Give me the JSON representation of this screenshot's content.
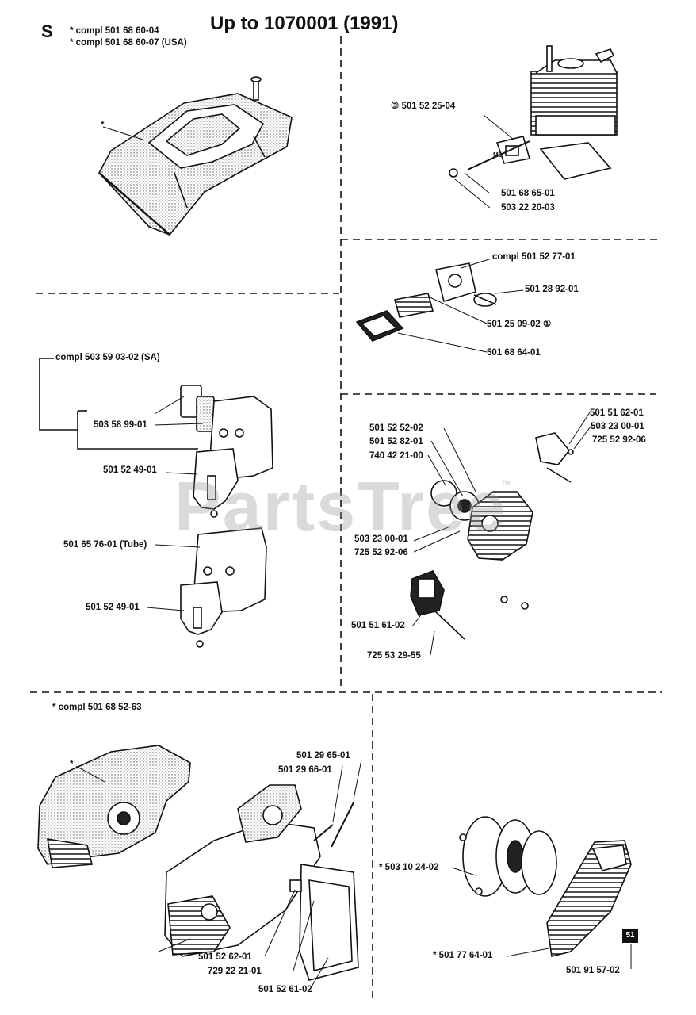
{
  "header": {
    "section_letter": "S",
    "title": "Up to 1070001 (1991)",
    "compl_1": "* compl 501 68 60-04",
    "compl_2": "* compl 501 68 60-07 (USA)"
  },
  "watermark": {
    "text": "PartsTree",
    "tm": "™"
  },
  "badge": {
    "text": "51"
  },
  "sections": {
    "cover": {
      "asterisk": "*"
    },
    "cylinder": {
      "parts": [
        "③ 501 52 25-04",
        "M6",
        "501 68 65-01",
        "503 22 20-03"
      ]
    },
    "carburetor": {
      "parts": [
        "compl 501 52 77-01",
        "501 28 92-01",
        "501 25 09-02 ①",
        "501 68 64-01"
      ]
    },
    "muffler": {
      "parts": [
        "compl 503 59 03-02 (SA)",
        "503 58 99-01",
        "501 52 49-01",
        "501 65 76-01 (Tube)",
        "501 52 49-01"
      ]
    },
    "ignition": {
      "parts": [
        "501 51 62-01",
        "503 23 00-01",
        "725 52 92-06",
        "501 52 52-02",
        "501 52 82-01",
        "740 42 21-00",
        "503 23 00-01",
        "725 52 92-06",
        "501 51 61-02",
        "725 53 29-55"
      ]
    },
    "crankcase": {
      "compl": "* compl 501 68 52-63",
      "asterisk": "*",
      "parts": [
        "501 29 65-01",
        "501 29 66-01",
        "501 52 62-01",
        "729 22 21-01",
        "501 52 61-02"
      ]
    },
    "starter": {
      "parts": [
        "* 503 10 24-02",
        "* 501 77 64-01",
        "501 91 57-02"
      ]
    }
  }
}
